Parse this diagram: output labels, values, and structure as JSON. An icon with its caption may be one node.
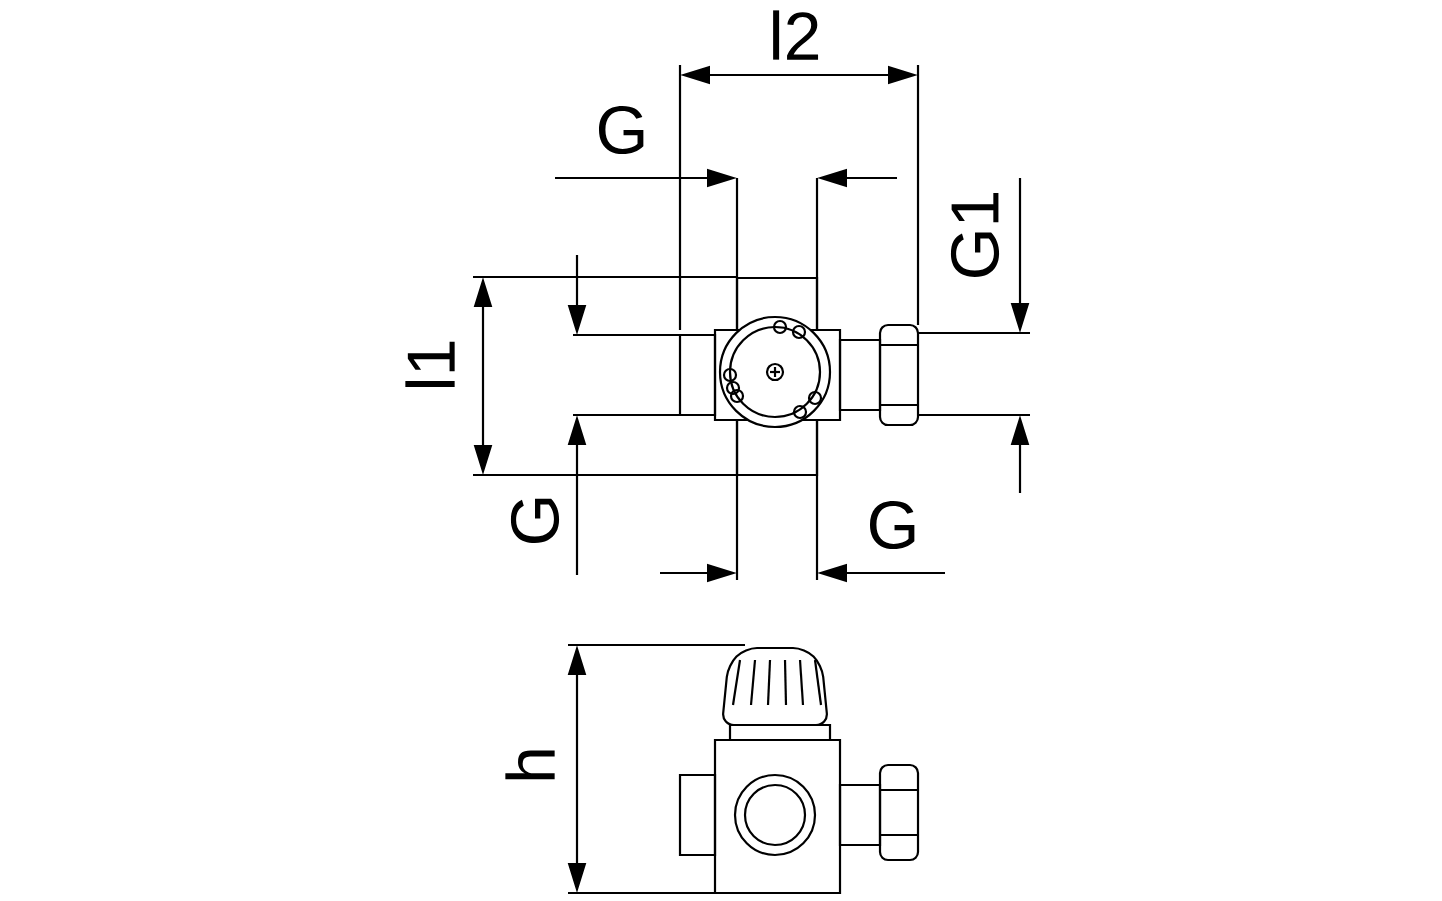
{
  "diagram": {
    "labels": [
      "l2",
      "G",
      "G1",
      "l1",
      "G",
      "G",
      "h"
    ]
  }
}
